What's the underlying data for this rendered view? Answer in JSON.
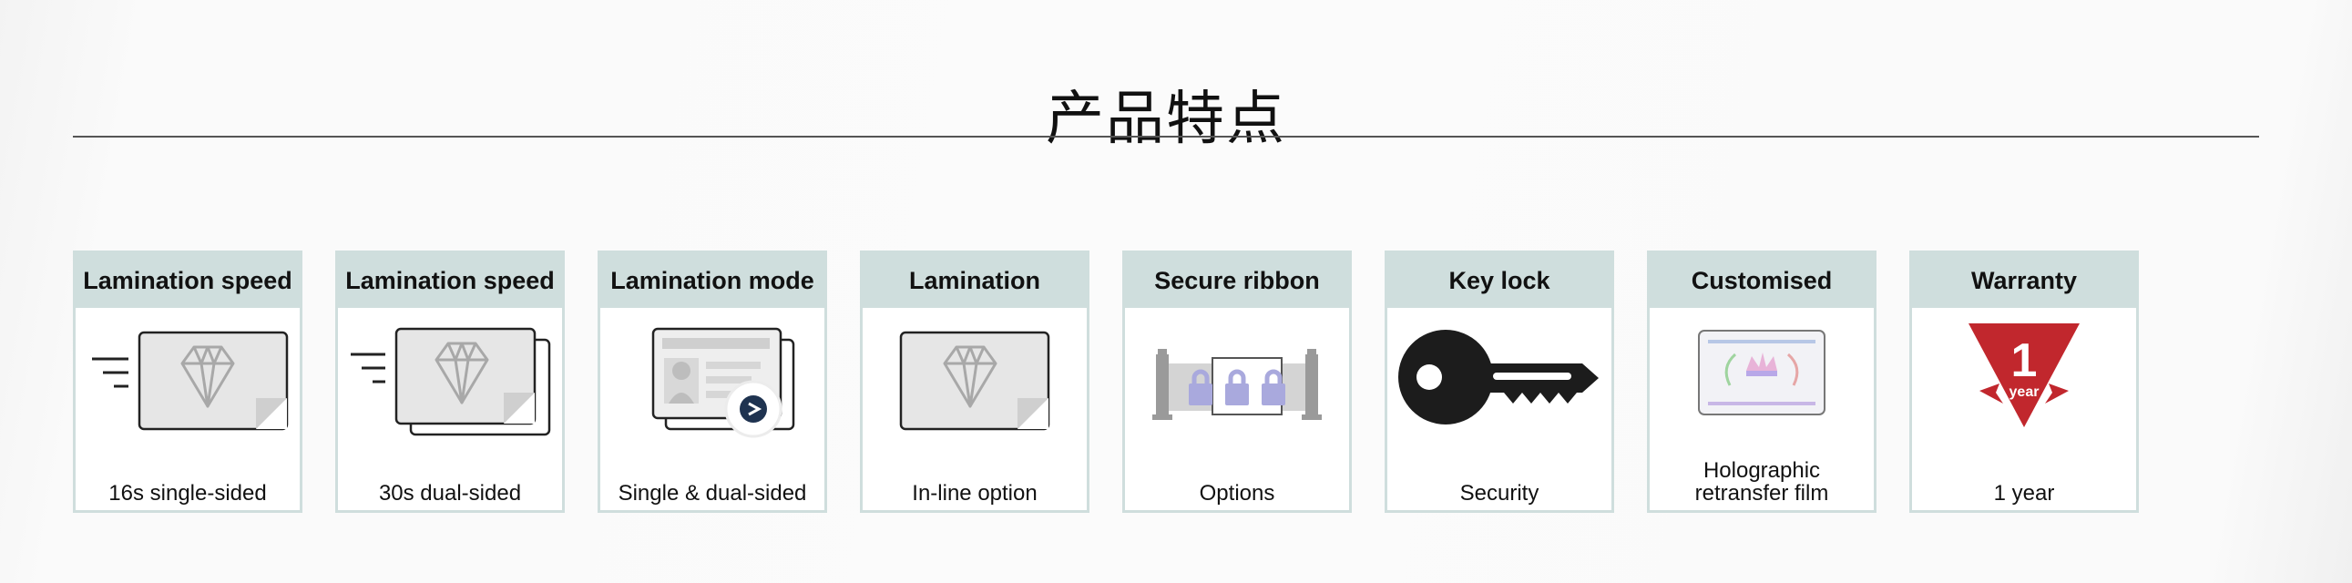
{
  "page": {
    "title": "产品特点"
  },
  "features": [
    {
      "title": "Lamination speed",
      "icon": "card-speed-icon",
      "caption": [
        "16s single-sided"
      ]
    },
    {
      "title": "Lamination speed",
      "icon": "dual-card-speed-icon",
      "caption": [
        "30s dual-sided"
      ]
    },
    {
      "title": "Lamination mode",
      "icon": "id-card-mode-icon",
      "caption": [
        "Single & dual-sided"
      ]
    },
    {
      "title": "Lamination",
      "icon": "card-diamond-icon",
      "caption": [
        "In-line option"
      ]
    },
    {
      "title": "Secure ribbon",
      "icon": "padlock-ribbon-icon",
      "caption": [
        "Options"
      ]
    },
    {
      "title": "Key lock",
      "icon": "key-icon",
      "caption": [
        "Security"
      ]
    },
    {
      "title": "Customised",
      "icon": "holographic-card-icon",
      "caption": [
        "Holographic",
        "retransfer film"
      ]
    },
    {
      "title": "Warranty",
      "icon": "warranty-badge-icon",
      "caption": [
        "1 year"
      ],
      "badge": {
        "number": "1",
        "unit": "year",
        "color": "#c1272d"
      }
    }
  ],
  "colors": {
    "header_bg": "#cfdedd",
    "border": "#cfdedd",
    "divider": "#555555"
  }
}
